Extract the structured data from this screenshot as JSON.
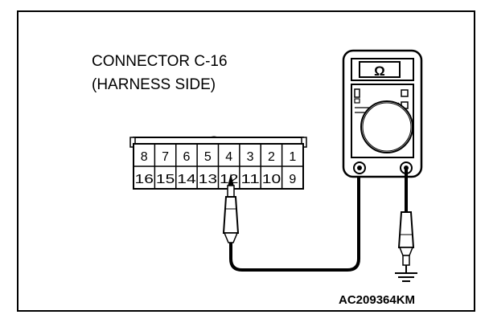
{
  "connector": {
    "title_line1": "CONNECTOR C-16",
    "title_line2": "(HARNESS SIDE)",
    "top_row_pins": [
      "8",
      "7",
      "6",
      "5",
      "4",
      "3",
      "2",
      "1"
    ],
    "bottom_row_pins": [
      "16",
      "15",
      "14",
      "13",
      "12",
      "11",
      "10",
      "9"
    ],
    "probed_pin": "12"
  },
  "meter": {
    "mode_symbol": "Ω",
    "mode_icon": "ohm-symbol"
  },
  "ground": {
    "icon": "ground-icon"
  },
  "figure_code": "AC209364KM"
}
